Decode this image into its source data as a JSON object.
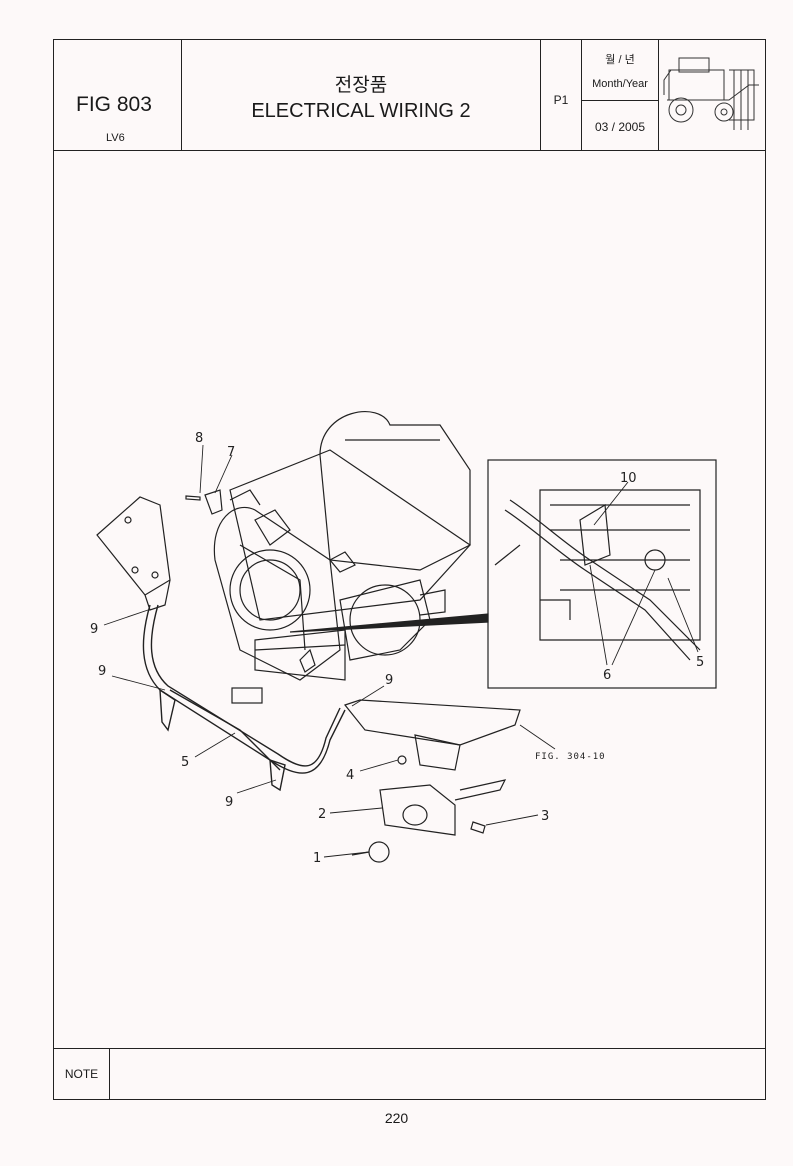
{
  "header": {
    "fig_number": "FIG 803",
    "model": "LV6",
    "title_korean": "전장품",
    "title_english": "ELECTRICAL WIRING 2",
    "page_id": "P1",
    "date_label_korean": "월 / 년",
    "date_label_english": "Month/Year",
    "date_value": "03 / 2005",
    "thumbnail_icon": "tractor-thumbnail-icon"
  },
  "diagram": {
    "callouts": {
      "c1": "1",
      "c2": "2",
      "c3": "3",
      "c4": "4",
      "c5a": "5",
      "c5b": "5",
      "c6": "6",
      "c7": "7",
      "c8": "8",
      "c9a": "9",
      "c9b": "9",
      "c9c": "9",
      "c9d": "9",
      "c10": "10"
    },
    "fig_reference": "FIG. 304-10"
  },
  "footer": {
    "note_label": "NOTE",
    "page_number": "220"
  }
}
